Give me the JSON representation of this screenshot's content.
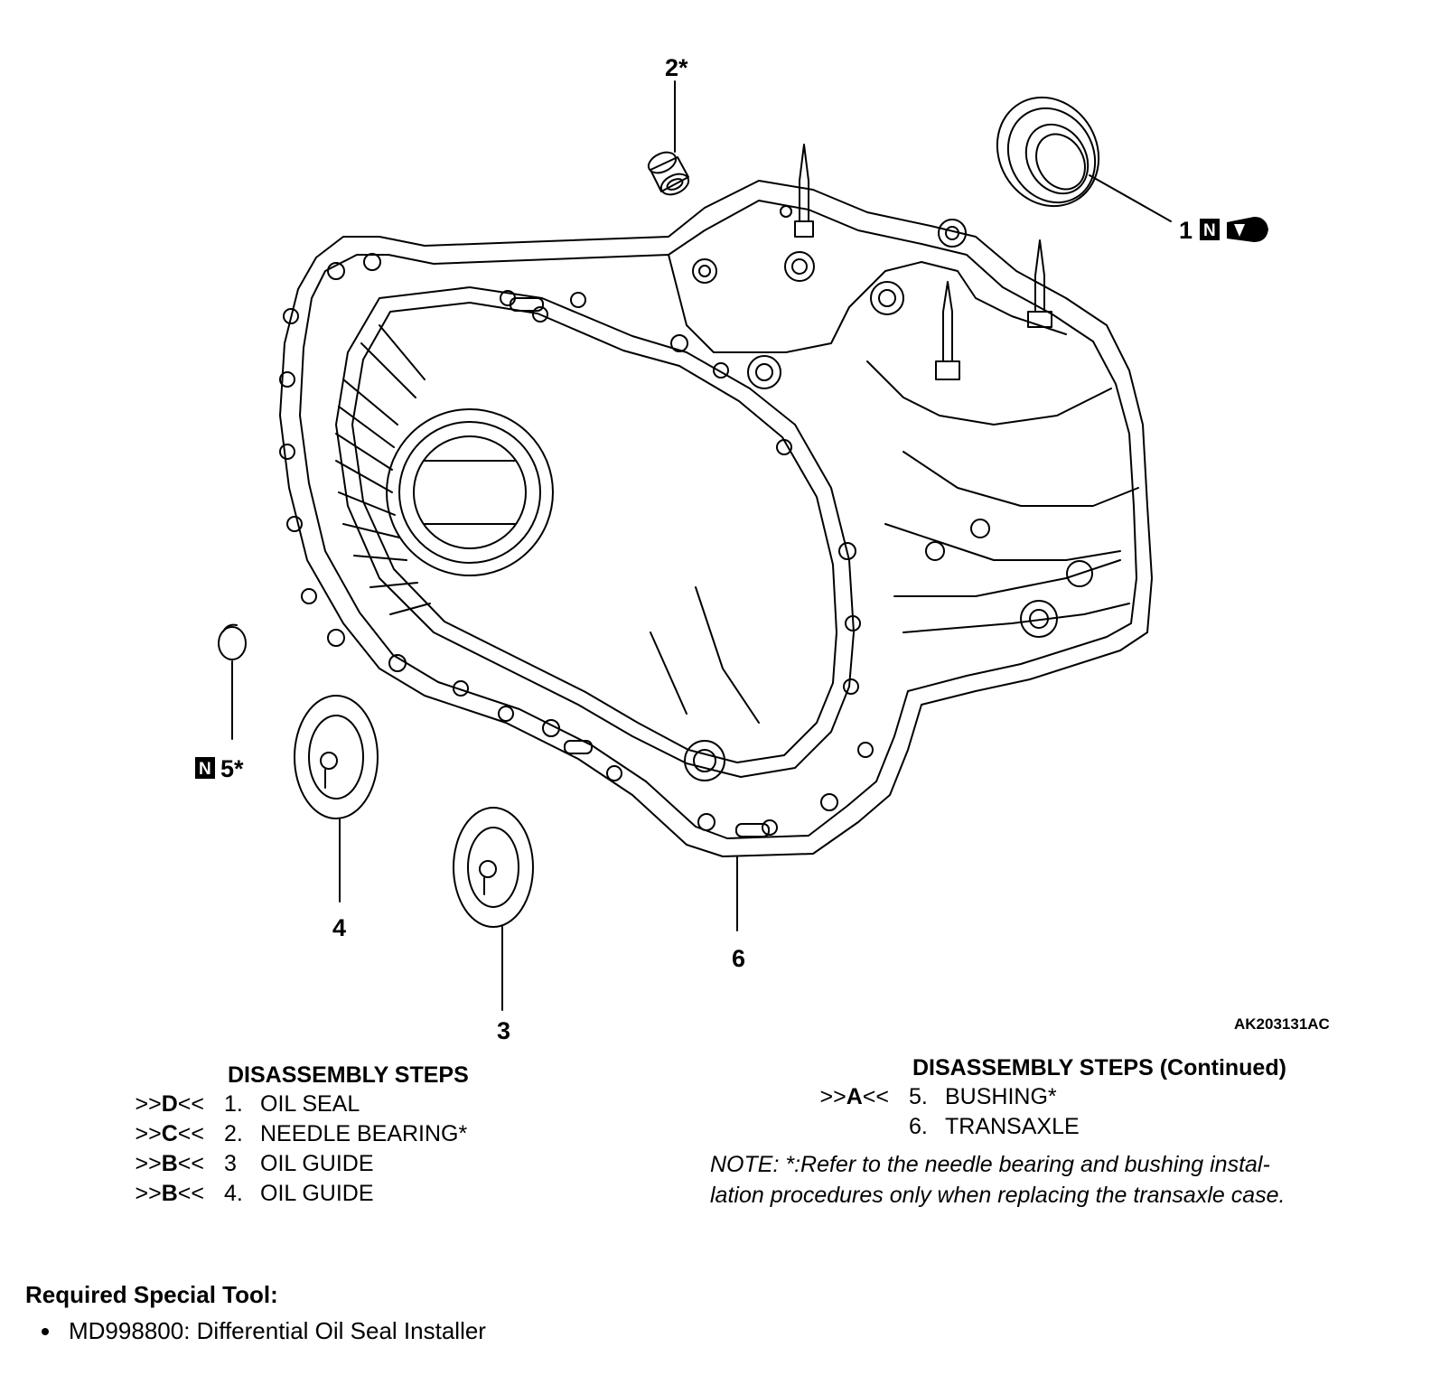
{
  "callouts": {
    "c1": "1",
    "c2": "2*",
    "c3": "3",
    "c4": "4",
    "c5": "5*",
    "c6": "6",
    "n_badge": "N"
  },
  "figure_id": "AK203131AC",
  "left_steps": {
    "title": "DISASSEMBLY STEPS",
    "rows": [
      {
        "pre": ">>",
        "letter": "D",
        "post": "<<",
        "num": "1.",
        "label": "OIL SEAL"
      },
      {
        "pre": ">>",
        "letter": "C",
        "post": "<<",
        "num": "2.",
        "label": "NEEDLE BEARING*"
      },
      {
        "pre": ">>",
        "letter": "B",
        "post": "<<",
        "num": "3",
        "label": "OIL GUIDE"
      },
      {
        "pre": ">>",
        "letter": "B",
        "post": "<<",
        "num": "4.",
        "label": "OIL GUIDE"
      }
    ]
  },
  "right_steps": {
    "title": "DISASSEMBLY STEPS (Continued)",
    "rows": [
      {
        "pre": ">>",
        "letter": "A",
        "post": "<<",
        "num": "5.",
        "label": "BUSHING*"
      },
      {
        "pre": "",
        "letter": "",
        "post": "",
        "num": "6.",
        "label": "TRANSAXLE"
      }
    ]
  },
  "note": {
    "line1": "NOTE:  *:Refer to the needle bearing and bushing instal-",
    "line2": "lation procedures only when replacing the transaxle case."
  },
  "tool": {
    "title": "Required Special Tool:",
    "item": "MD998800: Differential Oil Seal Installer"
  }
}
